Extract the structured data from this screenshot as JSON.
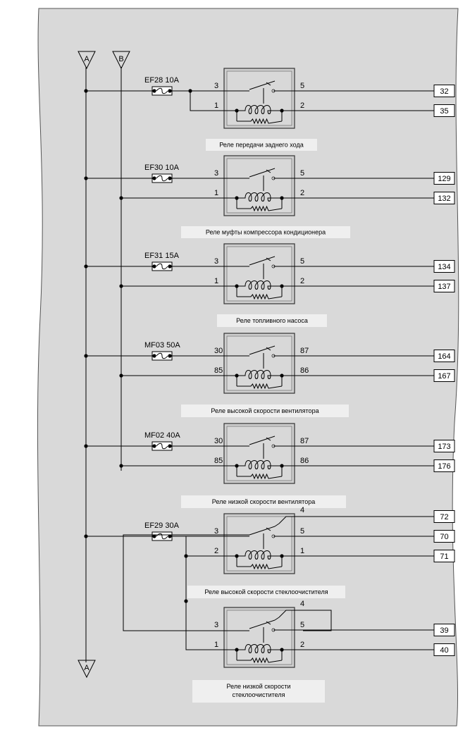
{
  "buses": {
    "a_top": "A",
    "b_top": "B",
    "a_bottom": "A"
  },
  "relays": [
    {
      "fuse": "EF28  10A",
      "pins": {
        "load_in": "3",
        "load_out": "5",
        "coil_in": "1",
        "coil_out": "2"
      },
      "caption": [
        "Реле передачи заднего хода"
      ],
      "terminals": {
        "load": "32",
        "coil": "35"
      }
    },
    {
      "fuse": "EF30  10A",
      "pins": {
        "load_in": "3",
        "load_out": "5",
        "coil_in": "1",
        "coil_out": "2"
      },
      "caption": [
        "Реле муфты компрессора кондиционера"
      ],
      "terminals": {
        "load": "129",
        "coil": "132"
      }
    },
    {
      "fuse": "EF31  15A",
      "pins": {
        "load_in": "3",
        "load_out": "5",
        "coil_in": "1",
        "coil_out": "2"
      },
      "caption": [
        "Реле топливного насоса"
      ],
      "terminals": {
        "load": "134",
        "coil": "137"
      }
    },
    {
      "fuse": "MF03  50A",
      "pins": {
        "load_in": "30",
        "load_out": "87",
        "coil_in": "85",
        "coil_out": "86"
      },
      "caption": [
        "Реле высокой скорости вентилятора"
      ],
      "terminals": {
        "load": "164",
        "coil": "167"
      }
    },
    {
      "fuse": "MF02  40A",
      "pins": {
        "load_in": "30",
        "load_out": "87",
        "coil_in": "85",
        "coil_out": "86"
      },
      "caption": [
        "Реле низкой скорости вентилятора"
      ],
      "terminals": {
        "load": "173",
        "coil": "176"
      }
    },
    {
      "fuse": "EF29  30A",
      "pins": {
        "load_in": "3",
        "load_nc": "4",
        "load_out": "5",
        "coil_in": "2",
        "coil_out": "1"
      },
      "caption": [
        "Реле высокой скорости стеклоочистителя"
      ],
      "terminals": {
        "nc": "72",
        "load": "70",
        "coil": "71"
      }
    },
    {
      "fuse": "",
      "pins": {
        "load_in": "3",
        "load_nc": "4",
        "load_out": "5",
        "coil_in": "1",
        "coil_out": "2"
      },
      "caption": [
        "Реле низкой скорости",
        "стеклоочистителя"
      ],
      "terminals": {
        "load": "39",
        "coil": "40"
      }
    }
  ]
}
